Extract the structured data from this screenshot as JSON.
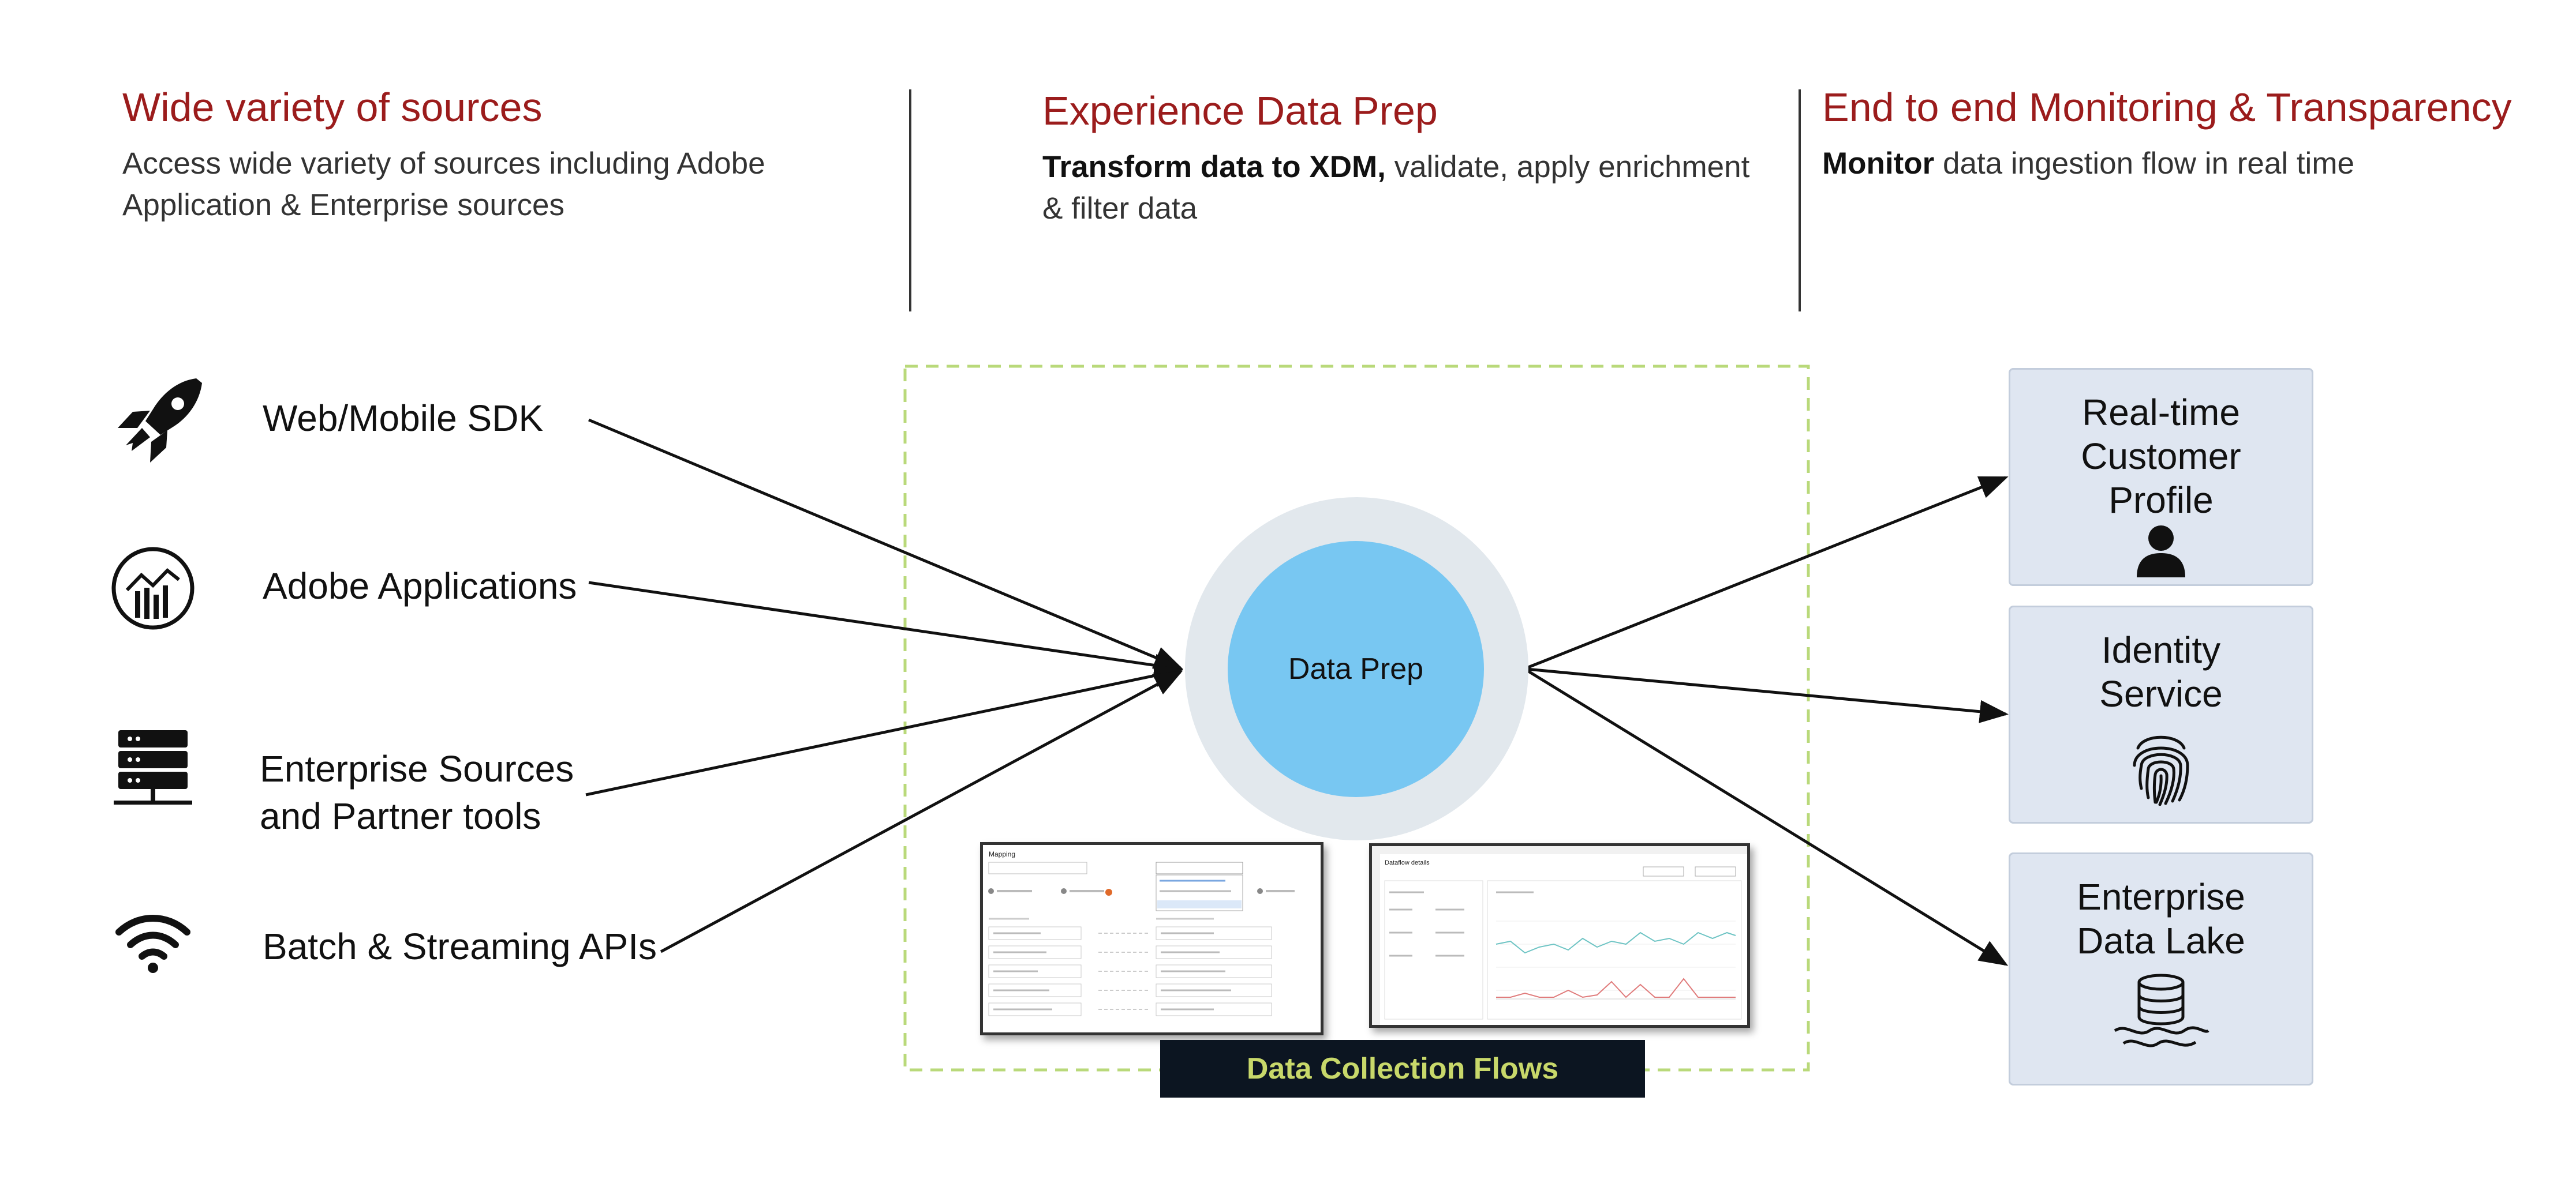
{
  "headers": [
    {
      "title": "Wide variety of sources",
      "desc_bold": "",
      "desc_rest": "Access wide variety of sources including Adobe Application & Enterprise sources"
    },
    {
      "title": "Experience Data Prep",
      "desc_bold": "Transform data to XDM,",
      "desc_rest": " validate, apply enrichment & filter data"
    },
    {
      "title": "End to end Monitoring & Transparency",
      "desc_bold": "Monitor",
      "desc_rest": " data ingestion flow in real time"
    }
  ],
  "sources": [
    {
      "label_line1": "Web/Mobile SDK",
      "label_line2": "",
      "icon": "rocket-icon"
    },
    {
      "label_line1": "Adobe Applications",
      "label_line2": "",
      "icon": "analytics-icon"
    },
    {
      "label_line1": "Enterprise Sources",
      "label_line2": "and Partner tools",
      "icon": "server-icon"
    },
    {
      "label_line1": "Batch & Streaming APIs",
      "label_line2": "",
      "icon": "wifi-icon"
    }
  ],
  "center": {
    "label": "Data Prep",
    "flows_label": "Data Collection Flows",
    "colors": {
      "inner": "#78c7f2",
      "outer": "#e2e8ed",
      "dashed_border": "#b9d97a"
    }
  },
  "screenshots": {
    "left_title": "Mapping",
    "right_title": "Dataflow details"
  },
  "destinations": [
    {
      "line1": "Real-time",
      "line2": "Customer",
      "line3": "Profile",
      "icon": "person-icon"
    },
    {
      "line1": "Identity",
      "line2": "Service",
      "line3": "",
      "icon": "fingerprint-icon"
    },
    {
      "line1": "Enterprise",
      "line2": "Data Lake",
      "line3": "",
      "icon": "data-lake-icon"
    }
  ],
  "colors": {
    "heading": "#9b1c1c",
    "box_fill": "#dfe6f1",
    "arrow": "#111111"
  }
}
